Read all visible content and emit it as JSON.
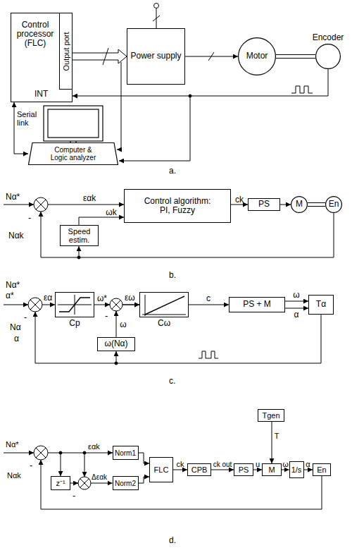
{
  "diagram": {
    "nodes": [
      {
        "text": [
          "Control processor (FLC)",
          "INT"
        ]
      },
      {
        "text": [
          "Output port"
        ],
        "in": 0
      },
      {
        "text": [
          "Power supply"
        ]
      },
      {
        "text": [
          "Motor"
        ]
      },
      {
        "text": [
          "Encoder"
        ]
      },
      {
        "text": [
          "Computer & Logic analyzer"
        ]
      },
      {
        "text": [
          "Control algorithm: PI, Fuzzy"
        ]
      },
      {
        "text": [
          "PS"
        ]
      },
      {
        "text": [
          "M"
        ]
      },
      {
        "text": [
          "En"
        ]
      },
      {
        "text": [
          "Speed estim."
        ]
      },
      {
        "text": [
          "Cp"
        ]
      },
      {
        "text": [
          "Cω"
        ]
      },
      {
        "text": [
          "PS + M"
        ]
      },
      {
        "text": [
          "Tα"
        ]
      },
      {
        "text": [
          "ω(Nα)"
        ]
      },
      {
        "text": [
          "Tgen"
        ]
      },
      {
        "text": [
          "z⁻¹"
        ]
      },
      {
        "text": [
          "Norm1"
        ]
      },
      {
        "text": [
          "Norm2"
        ]
      },
      {
        "text": [
          "FLC"
        ]
      },
      {
        "text": [
          "CPB"
        ]
      },
      {
        "text": [
          "PS"
        ]
      },
      {
        "text": [
          "M"
        ]
      },
      {
        "text": [
          "1/s"
        ]
      },
      {
        "text": [
          "En"
        ]
      }
    ],
    "edges": [
      {
        "from": 1,
        "to": 2,
        "arrow": "to"
      },
      {
        "from": 2,
        "to": 3,
        "arrow": "to"
      },
      {
        "from": 3,
        "to": 4,
        "arrow": "none"
      },
      {
        "from": 4,
        "to": 0,
        "arrow": "to"
      },
      {
        "from": 0,
        "to": 5,
        "arrow": "both"
      },
      {
        "from": 6,
        "to": 7,
        "label": "ck",
        "arrow": "to"
      },
      {
        "from": 7,
        "to": 8,
        "arrow": "to"
      },
      {
        "from": 8,
        "to": 9,
        "arrow": "none"
      },
      {
        "from": 9,
        "to": 10,
        "arrow": "to"
      },
      {
        "from": 10,
        "to": 6,
        "label": "ωk",
        "arrow": "to"
      },
      {
        "from": 11,
        "to": 12,
        "label": "ω*",
        "arrow": "to"
      },
      {
        "from": 15,
        "to": 12,
        "label": "ω",
        "arrow": "to"
      },
      {
        "from": 12,
        "to": 13,
        "label": "c",
        "arrow": "to"
      },
      {
        "from": 13,
        "to": 14,
        "label": "ω",
        "arrow": "to"
      },
      {
        "from": 13,
        "to": 14,
        "label": "α",
        "arrow": "to"
      },
      {
        "from": 14,
        "to": 15,
        "arrow": "to"
      },
      {
        "from": 16,
        "to": 23,
        "label": "T",
        "arrow": "to"
      },
      {
        "from": 18,
        "to": 20,
        "arrow": "to"
      },
      {
        "from": 19,
        "to": 20,
        "arrow": "to"
      },
      {
        "from": 17,
        "to": 19,
        "arrow": "to"
      },
      {
        "from": 20,
        "to": 21,
        "label": "ck",
        "arrow": "to"
      },
      {
        "from": 21,
        "to": 22,
        "label": "ck out",
        "arrow": "to"
      },
      {
        "from": 22,
        "to": 23,
        "label": "u",
        "arrow": "to"
      },
      {
        "from": 23,
        "to": 24,
        "label": "ω",
        "arrow": "to"
      },
      {
        "from": 24,
        "to": 25,
        "label": "α",
        "arrow": "to"
      }
    ],
    "labels": [
      "Serial link",
      "a.",
      "Nα*",
      "-",
      "εαk",
      "Nαk",
      "b.",
      "Nα*",
      "α*",
      "εα",
      "-",
      "εω",
      "-",
      "Nα",
      "α",
      "c.",
      "Nα*",
      "-",
      "εαk",
      "-",
      "Δεαk",
      "Nαk",
      "d."
    ]
  }
}
